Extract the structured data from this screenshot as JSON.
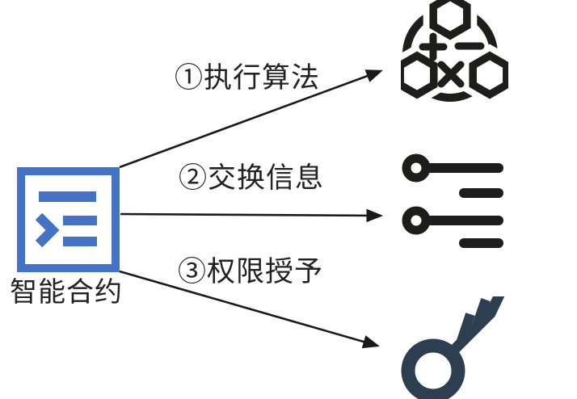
{
  "diagram": {
    "source_node": {
      "label": "智能合约",
      "icon": "smart-contract-icon"
    },
    "edges": [
      {
        "label": "①执行算法",
        "target_icon": "algorithm-icon"
      },
      {
        "label": "②交换信息",
        "target_icon": "sliders-icon"
      },
      {
        "label": "③权限授予",
        "target_icon": "key-icon"
      }
    ],
    "colors": {
      "contract_blue": "#4472c4",
      "icon_ink": "#1d1d1b",
      "key_navy": "#2d3e50",
      "arrow_black": "#1a1a1a",
      "text": "#222222",
      "background": "#ffffff"
    }
  }
}
